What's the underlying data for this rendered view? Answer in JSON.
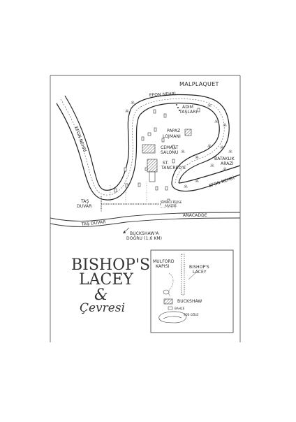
{
  "map": {
    "top_label": "MALPLAQUET",
    "labels": {
      "river_top": "EFON NEHRİ",
      "river_left": "EFON NEHRİ",
      "river_right": "EFON NEHRİ",
      "adim_1": "ADIM",
      "adim_2": "TAŞLARI",
      "papaz_1": "PAPAZ",
      "papaz_2": "LOJMANI",
      "cemaat_1": "CEMAAT",
      "cemaat_2": "SALONU",
      "tancred_1": "ST.",
      "tancred_2": "TANCRED'S",
      "bataklik_1": "BATAKLIK",
      "bataklik_2": "ARAZİ",
      "tas_duvar_1": "TAŞ",
      "tas_duvar_2": "DUVAR",
      "tas_duvar_road": "TAŞ DUVAR",
      "anacadde": "ANACADDE",
      "bankli_1": "BANKLI KİLİSE",
      "bankli_2": "ARAZİSİ",
      "buckshaw_dir_1": "BUCKSHAW'A",
      "buckshaw_dir_2": "DOĞRU (1,6 KM)"
    },
    "title": {
      "line1": "BISHOP'S",
      "line2": "LACEY",
      "amp": "&",
      "line3": "Çevresi"
    },
    "inset": {
      "mulford_1": "MULFORD",
      "mulford_2": "KAPISI",
      "bishops_1": "BISHOP'S",
      "bishops_2": "LACEY",
      "buckshaw": "BUCKSHAW",
      "bahce": "BAHÇE",
      "sus_golu": "SÜS GÖLÜ"
    },
    "colors": {
      "ink": "#2a2a2a",
      "paper": "#ffffff"
    }
  }
}
